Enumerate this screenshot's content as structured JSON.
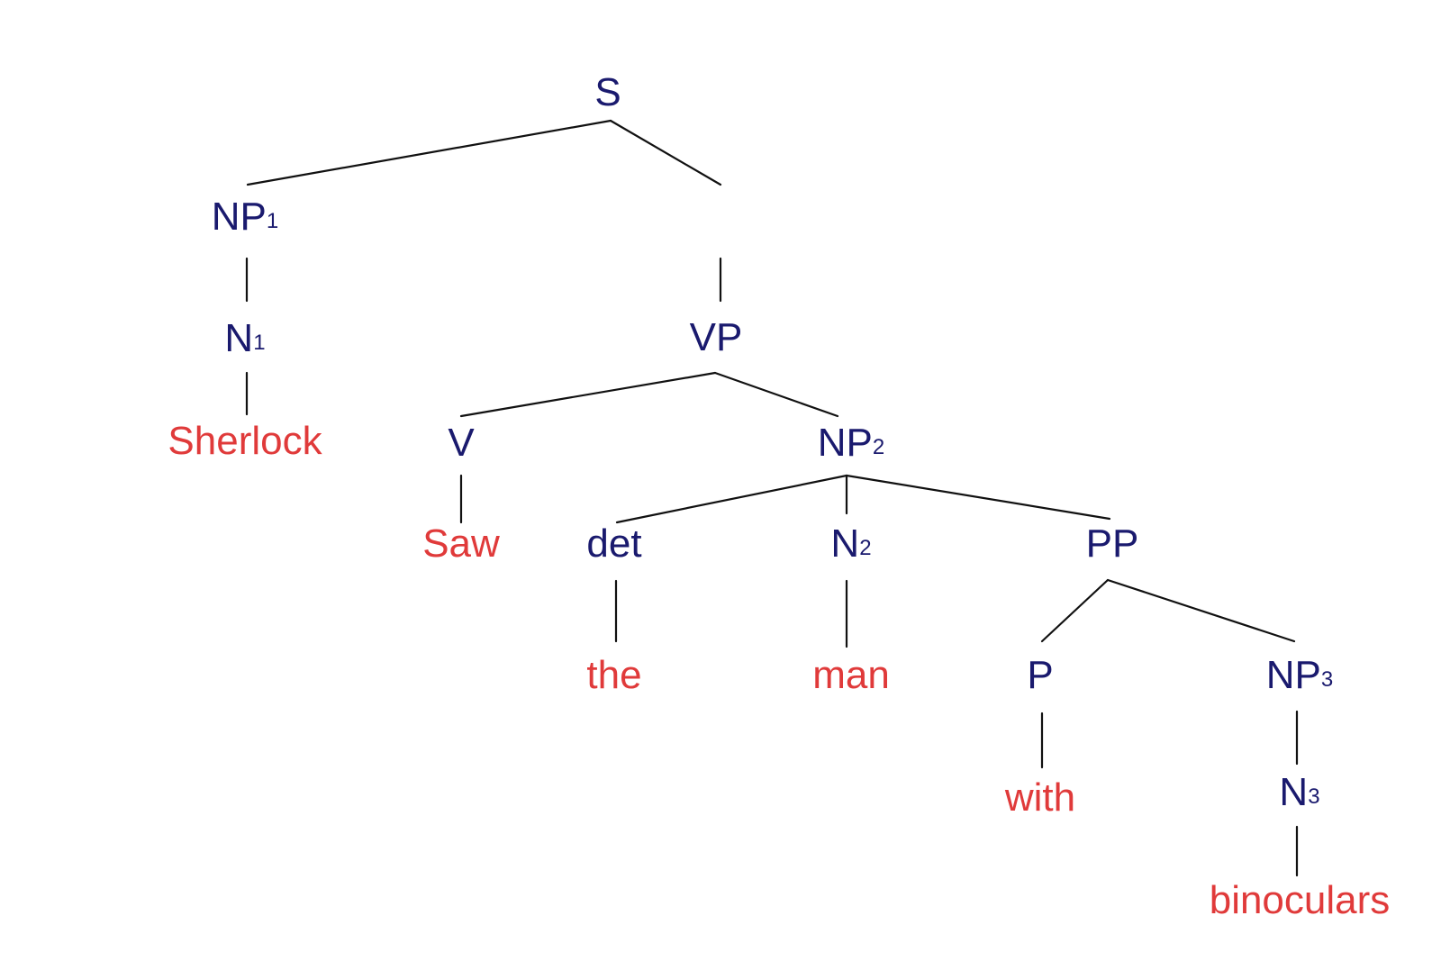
{
  "colors": {
    "category": "#1a1a6e",
    "word": "#e03a3a",
    "edge": "#111111",
    "background": "#ffffff"
  },
  "tree": {
    "nodes": [
      {
        "id": "s",
        "label": "S",
        "sub": "",
        "kind": "category"
      },
      {
        "id": "np1",
        "label": "NP",
        "sub": "1",
        "kind": "category"
      },
      {
        "id": "vp",
        "label": "VP",
        "sub": "",
        "kind": "category"
      },
      {
        "id": "n1",
        "label": "N",
        "sub": "1",
        "kind": "category"
      },
      {
        "id": "sherlock",
        "label": "Sherlock",
        "sub": "",
        "kind": "word"
      },
      {
        "id": "v",
        "label": "V",
        "sub": "",
        "kind": "category"
      },
      {
        "id": "np2",
        "label": "NP",
        "sub": "2",
        "kind": "category"
      },
      {
        "id": "saw",
        "label": "Saw",
        "sub": "",
        "kind": "word"
      },
      {
        "id": "det",
        "label": "det",
        "sub": "",
        "kind": "category"
      },
      {
        "id": "n2",
        "label": "N",
        "sub": "2",
        "kind": "category"
      },
      {
        "id": "pp",
        "label": "PP",
        "sub": "",
        "kind": "category"
      },
      {
        "id": "the",
        "label": "the",
        "sub": "",
        "kind": "word"
      },
      {
        "id": "man",
        "label": "man",
        "sub": "",
        "kind": "word"
      },
      {
        "id": "p",
        "label": "P",
        "sub": "",
        "kind": "category"
      },
      {
        "id": "np3",
        "label": "NP",
        "sub": "3",
        "kind": "category"
      },
      {
        "id": "with",
        "label": "with",
        "sub": "",
        "kind": "word"
      },
      {
        "id": "n3",
        "label": "N",
        "sub": "3",
        "kind": "category"
      },
      {
        "id": "binoculars",
        "label": "binoculars",
        "sub": "",
        "kind": "word"
      }
    ],
    "edges": [
      [
        "s",
        "np1"
      ],
      [
        "s",
        "vp"
      ],
      [
        "np1",
        "n1"
      ],
      [
        "n1",
        "sherlock"
      ],
      [
        "vp",
        "v"
      ],
      [
        "vp",
        "np2"
      ],
      [
        "v",
        "saw"
      ],
      [
        "np2",
        "det"
      ],
      [
        "np2",
        "n2"
      ],
      [
        "np2",
        "pp"
      ],
      [
        "det",
        "the"
      ],
      [
        "n2",
        "man"
      ],
      [
        "pp",
        "p"
      ],
      [
        "pp",
        "np3"
      ],
      [
        "p",
        "with"
      ],
      [
        "np3",
        "n3"
      ],
      [
        "n3",
        "binoculars"
      ]
    ]
  }
}
